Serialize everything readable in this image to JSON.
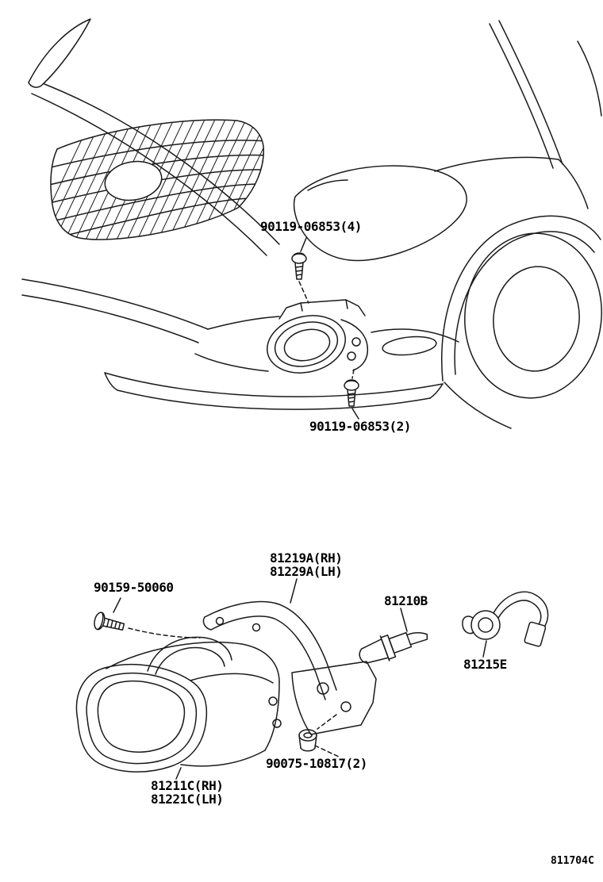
{
  "diagram": {
    "code": "811704C",
    "colors": {
      "background": "#ffffff",
      "line": "#1a1a1a"
    },
    "labels": {
      "bolt_top": "90119-06853(4)",
      "bolt_bottom": "90119-06853(2)",
      "mount_screw": "90159-50060",
      "bracket_rh": "81219A(RH)",
      "bracket_lh": "81229A(LH)",
      "bulb": "81210B",
      "socket": "81215E",
      "nut": "90075-10817(2)",
      "lamp_rh": "81211C(RH)",
      "lamp_lh": "81221C(LH)"
    }
  }
}
